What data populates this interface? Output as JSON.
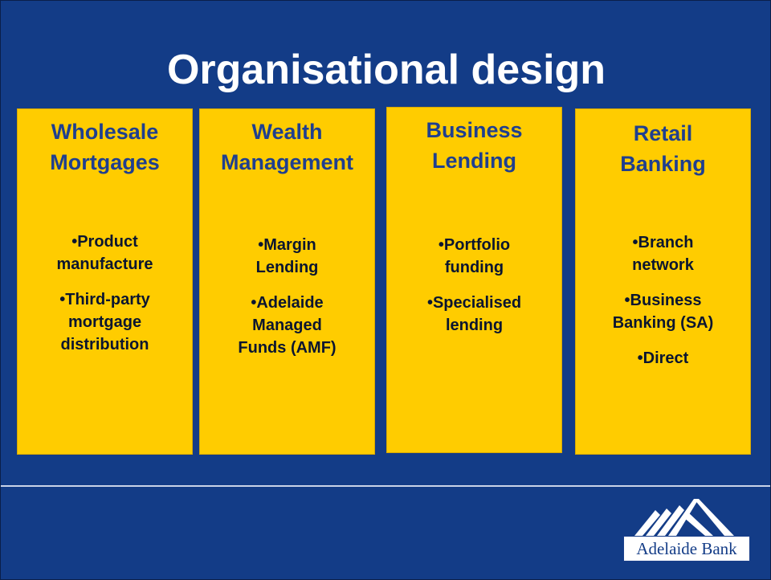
{
  "slide": {
    "title": "Organisational design",
    "panels": [
      {
        "title_lines": [
          "Wholesale",
          "Mortgages"
        ],
        "bullets": [
          [
            "•Product",
            "manufacture"
          ],
          [
            "•Third-party",
            "mortgage",
            "distribution"
          ]
        ]
      },
      {
        "title_lines": [
          "Wealth",
          "Management"
        ],
        "bullets": [
          [
            "•Margin",
            "Lending"
          ],
          [
            "•Adelaide",
            "Managed",
            "Funds (AMF)"
          ]
        ]
      },
      {
        "title_lines": [
          "Business",
          "Lending"
        ],
        "bullets": [
          [
            "•Portfolio",
            "funding"
          ],
          [
            "•Specialised",
            "lending"
          ]
        ]
      },
      {
        "title_lines": [
          "Retail",
          "Banking"
        ],
        "bullets": [
          [
            "•Branch",
            "network"
          ],
          [
            "•Business",
            "Banking (SA)"
          ],
          [
            "•Direct"
          ]
        ]
      }
    ]
  },
  "logo": {
    "text": "Adelaide Bank",
    "icon": "mountain-peaks-icon"
  },
  "colors": {
    "background": "#133c87",
    "panel": "#ffcc00",
    "panel_title": "#1f3f8f",
    "bullet_text": "#0a1530",
    "title": "#ffffff"
  }
}
